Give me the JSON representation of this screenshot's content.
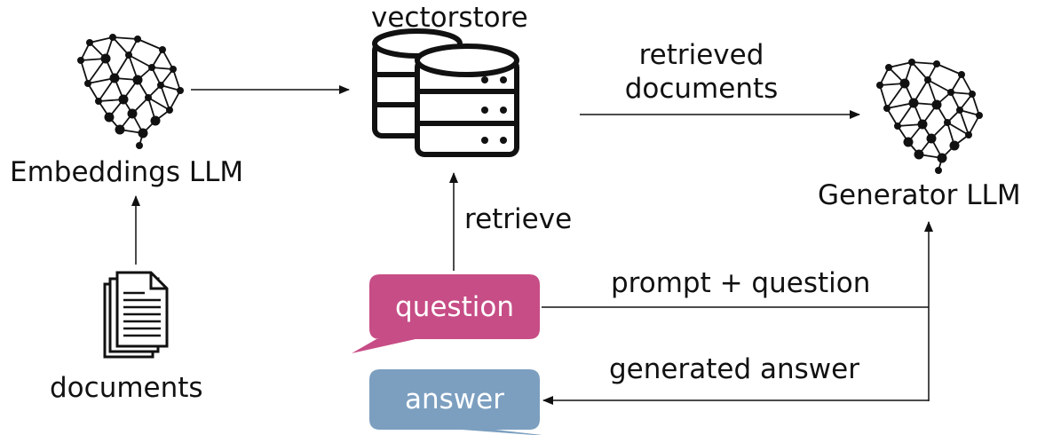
{
  "labels": {
    "vectorstore": "vectorstore",
    "embeddings_llm": "Embeddings LLM",
    "generator_llm": "Generator LLM",
    "documents": "documents",
    "retrieved_documents_line1": "retrieved",
    "retrieved_documents_line2": "documents",
    "retrieve": "retrieve",
    "prompt_question": "prompt + question",
    "generated_answer": "generated answer",
    "question_bubble": "question",
    "answer_bubble": "answer"
  },
  "icons": {
    "embeddings": "neural-network-brain-icon",
    "generator": "neural-network-brain-icon",
    "database": "database-stack-icon",
    "documents": "documents-stack-icon"
  },
  "colors": {
    "question_bubble": "#c74d86",
    "answer_bubble": "#7c9fc0",
    "stroke": "#111111"
  }
}
